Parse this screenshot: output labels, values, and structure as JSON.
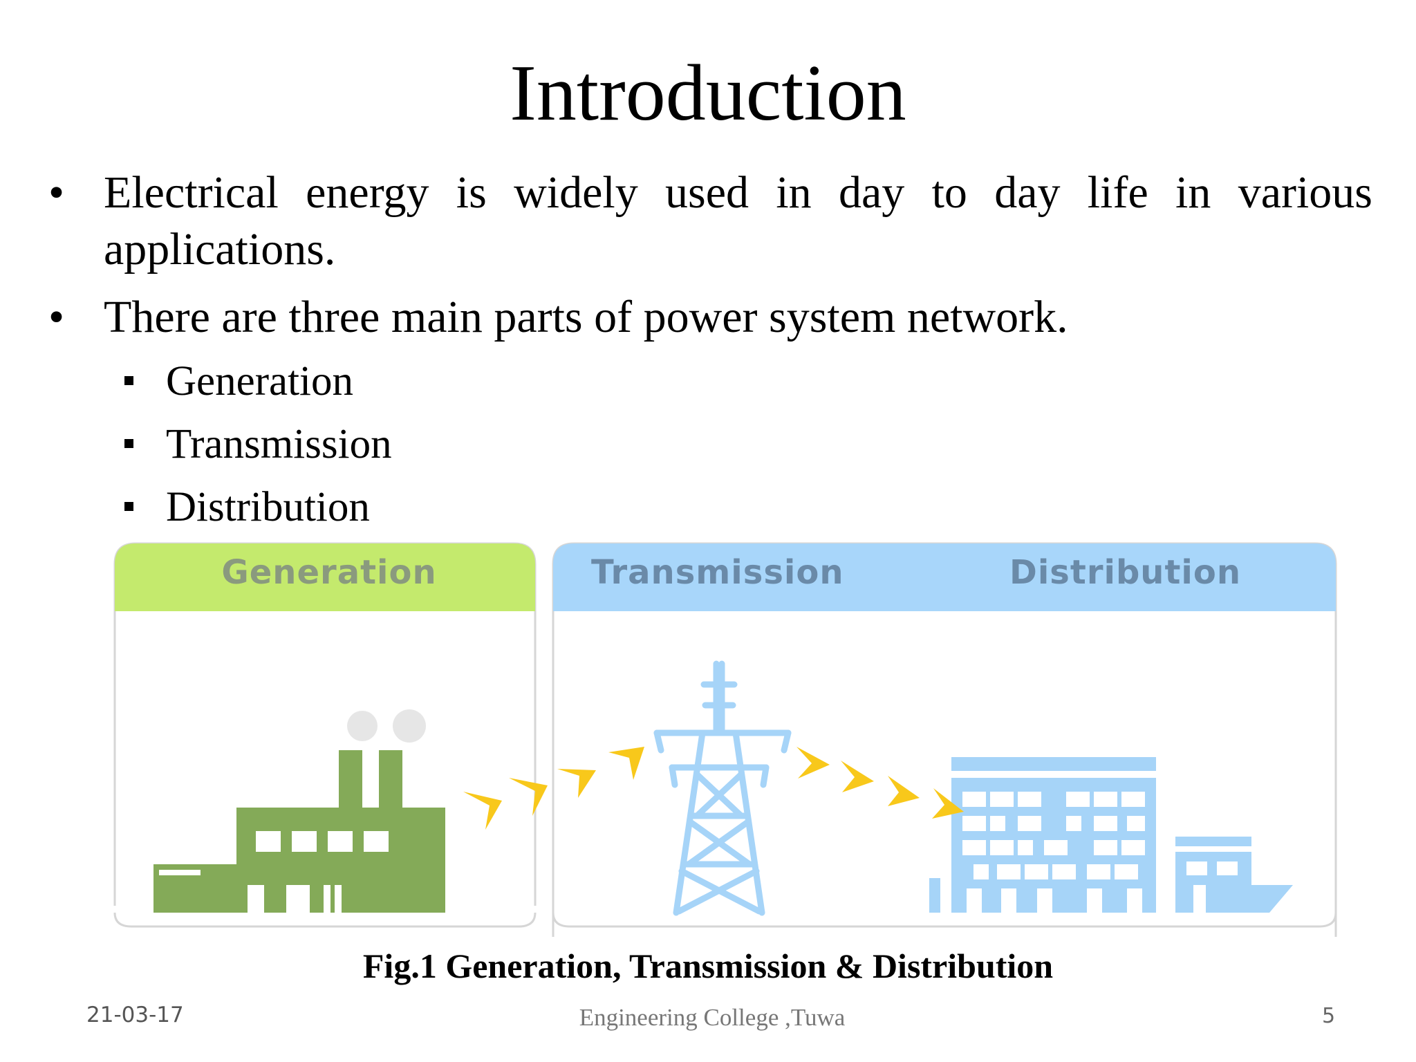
{
  "slide": {
    "title": "Introduction",
    "bullets": [
      "Electrical energy is widely used in day to day life in various applications.",
      "There are three main parts of power system network."
    ],
    "sub_items": [
      "Generation",
      "Transmission",
      "Distribution"
    ]
  },
  "figure": {
    "panel_labels": {
      "generation": "Generation",
      "transmission": "Transmission",
      "distribution": "Distribution"
    },
    "colors": {
      "generation_header": "#c4ea6d",
      "generation_plant": "#84aa58",
      "transmission_header": "#a8d6fa",
      "tower_and_buildings": "#a6d4f8",
      "arrows": "#f8c81b"
    },
    "icons": [
      "power-plant-icon",
      "transmission-tower-icon",
      "city-buildings-icon",
      "energy-flow-arrow-icon"
    ],
    "caption": "Fig.1 Generation, Transmission & Distribution"
  },
  "footer": {
    "date": "21-03-17",
    "organization": "Engineering College ,Tuwa",
    "page_number": "5"
  }
}
